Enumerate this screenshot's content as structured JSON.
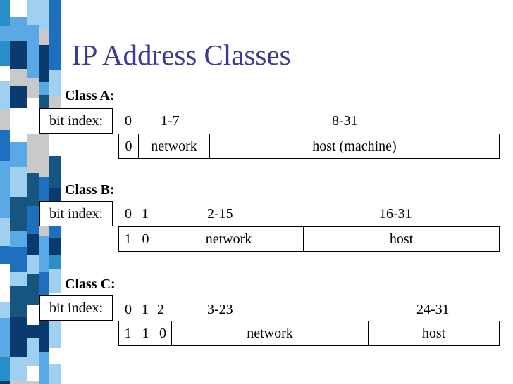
{
  "title": "IP Address Classes",
  "theme": {
    "title_color": "#3b3b8f",
    "strip_colors": [
      "#1f6fbf",
      "#5aa9e6",
      "#0b3a6e",
      "#9fd0f0",
      "#2a8fc9",
      "#16557f",
      "#c9c9c9",
      "#ffffff"
    ]
  },
  "classes": [
    {
      "label": "Class A:",
      "bit_index_label": "bit index:",
      "indices": [
        "0",
        "1-7",
        "8-31"
      ],
      "fields": [
        "0",
        "network",
        "host (machine)"
      ]
    },
    {
      "label": "Class B:",
      "bit_index_label": "bit index:",
      "indices": [
        "0",
        "1",
        "2-15",
        "16-31"
      ],
      "fields": [
        "1",
        "0",
        "network",
        "host"
      ]
    },
    {
      "label": "Class C:",
      "bit_index_label": "bit index:",
      "indices": [
        "0",
        "1",
        "2",
        "3-23",
        "24-31"
      ],
      "fields": [
        "1",
        "1",
        "0",
        "network",
        "host"
      ]
    }
  ]
}
